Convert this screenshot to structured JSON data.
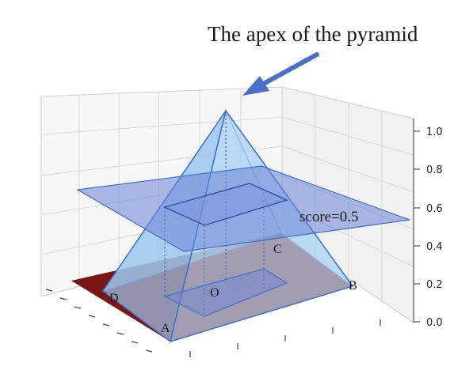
{
  "title": "The apex of the pyramid",
  "plane_label": "score=0.5",
  "vertex_labels": {
    "apex_center": "O",
    "A": "A",
    "B": "B",
    "C": "C",
    "D": "D"
  },
  "z_axis": {
    "ticks": [
      "0.0",
      "0.2",
      "0.4",
      "0.6",
      "0.8",
      "1.0"
    ]
  },
  "colors": {
    "pyramid_fill": "#9ec7ee",
    "pyramid_edge": "#3e6fd0",
    "plane_fill": "#6b84d6",
    "base_fill": "#7a1616",
    "arrow": "#4a6fc8",
    "grid": "#d8d8d8"
  }
}
